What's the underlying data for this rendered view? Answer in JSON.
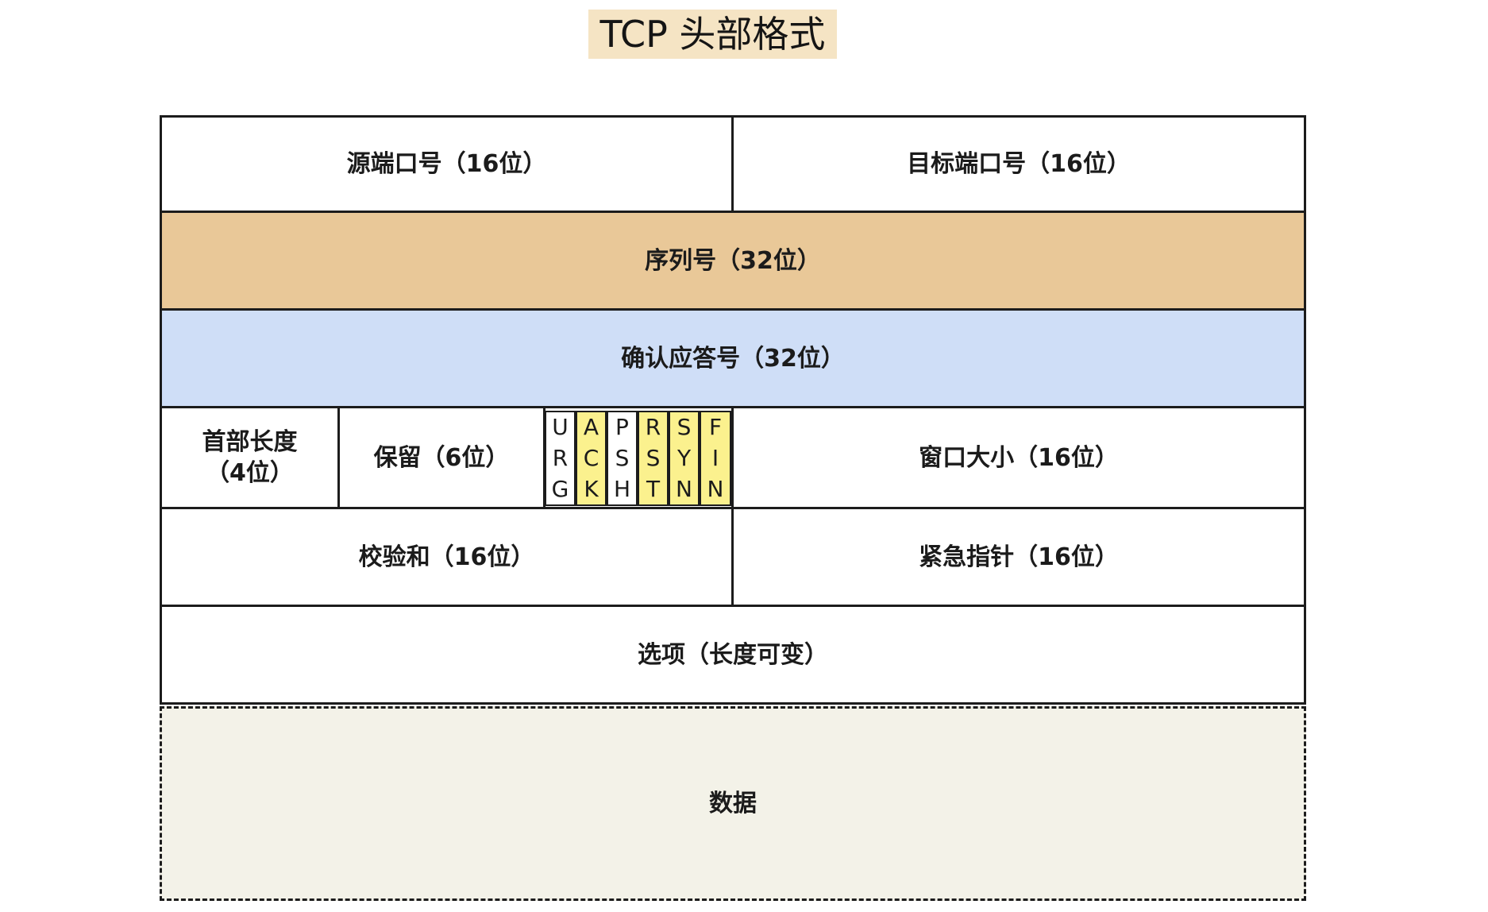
{
  "title": "TCP 头部格式",
  "fields": {
    "src_port": "源端口号（16位）",
    "dst_port": "目标端口号（16位）",
    "seq": "序列号（32位）",
    "ack_num": "确认应答号（32位）",
    "header_len_line1": "首部长度",
    "header_len_line2": "（4位）",
    "reserved": "保留（6位）",
    "window": "窗口大小（16位）",
    "checksum": "校验和（16位）",
    "urgent": "紧急指针（16位）",
    "options": "选项（长度可变）",
    "data": "数据"
  },
  "flags": [
    {
      "letters": [
        "U",
        "R",
        "G"
      ],
      "highlight": false
    },
    {
      "letters": [
        "A",
        "C",
        "K"
      ],
      "highlight": true
    },
    {
      "letters": [
        "P",
        "S",
        "H"
      ],
      "highlight": false
    },
    {
      "letters": [
        "R",
        "S",
        "T"
      ],
      "highlight": true
    },
    {
      "letters": [
        "S",
        "Y",
        "N"
      ],
      "highlight": true
    },
    {
      "letters": [
        "F",
        "I",
        "N"
      ],
      "highlight": true
    }
  ],
  "colors": {
    "title_bg": "#f5e4c4",
    "seq_bg": "#e9c898",
    "ack_bg": "#cfdef7",
    "flag_highlight": "#fbf18e",
    "data_bg": "#f3f2e8"
  }
}
